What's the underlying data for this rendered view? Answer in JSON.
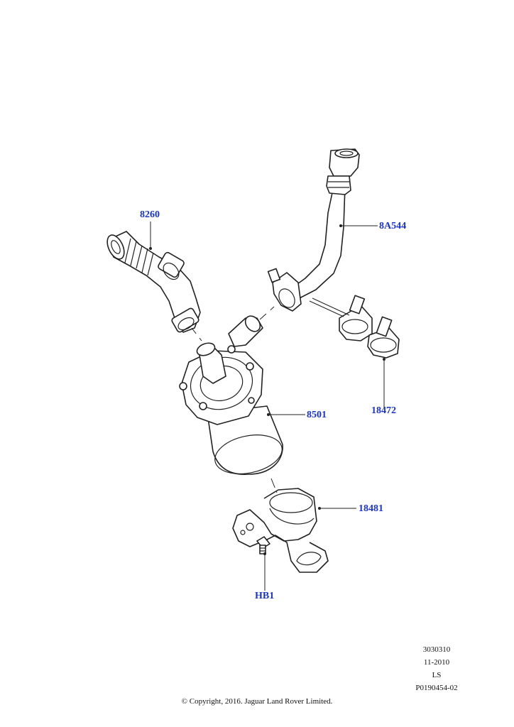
{
  "callouts": {
    "c8260": "8260",
    "c8A544": "8A544",
    "c8501": "8501",
    "c18472": "18472",
    "c18481": "18481",
    "cHB1": "HB1"
  },
  "meta": {
    "line1": "3030310",
    "line2": "11-2010",
    "line3": "LS",
    "line4": "P0190454-02"
  },
  "copyright": "© Copyright, 2016. Jaguar Land Rover Limited.",
  "colors": {
    "callout": "#1a33cc",
    "ink": "#222222"
  }
}
